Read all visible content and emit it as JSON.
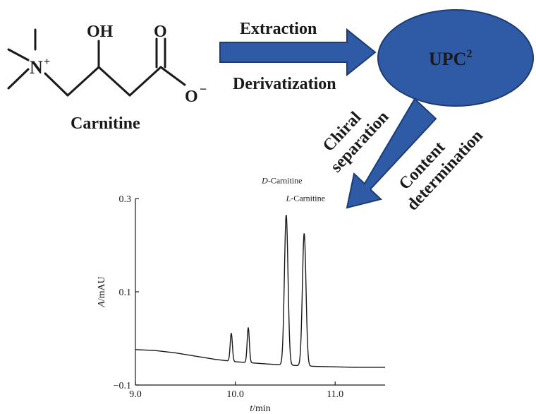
{
  "molecule": {
    "name": "Carnitine",
    "ammonium_label": "N",
    "ammonium_charge": "+",
    "hydroxyl_label": "OH",
    "carbonyl_label": "O",
    "carboxylate_label": "O",
    "carboxylate_charge": "−"
  },
  "workflow": {
    "step_above_arrow": "Extraction",
    "step_below_arrow": "Derivatization",
    "instrument": "UPC",
    "instrument_superscript": "2",
    "outcome_a_line1": "Chiral",
    "outcome_a_line2": "separation",
    "outcome_b_line1": "Content",
    "outcome_b_line2": "determination"
  },
  "colors": {
    "arrow_fill": "#2f5aa5",
    "arrow_stroke": "#1d3c72",
    "ellipse_fill": "#2f5aa5",
    "ellipse_stroke": "#1d3c72",
    "trace": "#1a1a1a"
  },
  "chart_data": {
    "type": "line",
    "xlabel_italic": "t",
    "xlabel_rest": "/min",
    "ylabel_italic": "A",
    "ylabel_rest": "/mAU",
    "xlim": [
      9.0,
      11.5
    ],
    "ylim": [
      -0.1,
      0.3
    ],
    "x_ticks": [
      9.0,
      10.0,
      11.0
    ],
    "x_tick_labels": [
      "9.0",
      "10.0",
      "11.0"
    ],
    "y_ticks": [
      -0.1,
      0.1,
      0.3
    ],
    "y_tick_labels": [
      "−0.1",
      "0.1",
      "0.3"
    ],
    "grid": false,
    "baseline": [
      [
        9.0,
        -0.024
      ],
      [
        9.2,
        -0.026
      ],
      [
        9.4,
        -0.031
      ],
      [
        9.6,
        -0.038
      ],
      [
        9.8,
        -0.045
      ],
      [
        10.0,
        -0.05
      ],
      [
        10.2,
        -0.053
      ],
      [
        10.4,
        -0.056
      ],
      [
        10.6,
        -0.058
      ],
      [
        10.8,
        -0.06
      ],
      [
        11.0,
        -0.061
      ],
      [
        11.2,
        -0.062
      ],
      [
        11.5,
        -0.062
      ]
    ],
    "peaks": [
      {
        "center": 9.96,
        "height": 0.06,
        "width": 0.011
      },
      {
        "center": 10.13,
        "height": 0.075,
        "width": 0.011
      },
      {
        "center": 10.51,
        "height": 0.322,
        "width": 0.018
      },
      {
        "center": 10.69,
        "height": 0.284,
        "width": 0.018
      }
    ],
    "annotations": [
      {
        "text_italic": "D",
        "text_rest": "-Carnitine",
        "x": 10.51,
        "y": 0.322
      },
      {
        "text_italic": "L",
        "text_rest": "-Carnitine",
        "x": 10.69,
        "y": 0.284
      }
    ]
  }
}
